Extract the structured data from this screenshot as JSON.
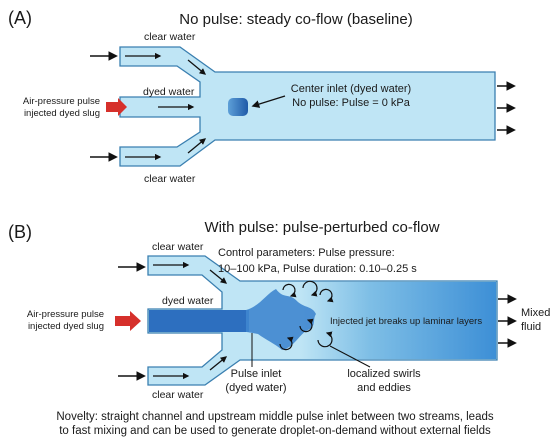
{
  "panel_a": {
    "label": "(A)",
    "title": "No pulse: steady co-flow (baseline)",
    "clear_water_top": "clear water",
    "clear_water_bottom": "clear water",
    "dyed_water": "dyed water",
    "pulse_label_line1": "Air-pressure pulse",
    "pulse_label_line2": "injected dyed slug",
    "center_inlet_line1": "Center inlet (dyed water)",
    "center_inlet_line2": "No pulse: Pulse = 0 kPa"
  },
  "panel_b": {
    "label": "(B)",
    "title": "With pulse: pulse-perturbed co-flow",
    "clear_water_top": "clear water",
    "clear_water_bottom": "clear water",
    "dyed_water": "dyed water",
    "pulse_label_line1": "Air-pressure pulse",
    "pulse_label_line2": "injected dyed slug",
    "control_line1": "Control parameters: Pulse pressure:",
    "control_line2": "10–100 kPa,  Pulse duration: 0.10–0.25 s",
    "jet_label": "Injected jet breaks up laminar layers",
    "mixed_line1": "Mixed",
    "mixed_line2": "fluid",
    "pulse_inlet_line1": "Pulse inlet",
    "pulse_inlet_line2": "(dyed water)",
    "swirls_line1": "localized swirls",
    "swirls_line2": "and eddies"
  },
  "novelty": {
    "line1": "Novelty: straight channel and upstream middle pulse inlet between two streams, leads",
    "line2": "to fast mixing and can be used to generate droplet-on-demand without external fields"
  },
  "colors": {
    "channel_fill": "#bfe5f5",
    "channel_stroke": "#3a7fb0",
    "dye": "#2d6fbf",
    "pulse_arrow": "#d6302b"
  }
}
